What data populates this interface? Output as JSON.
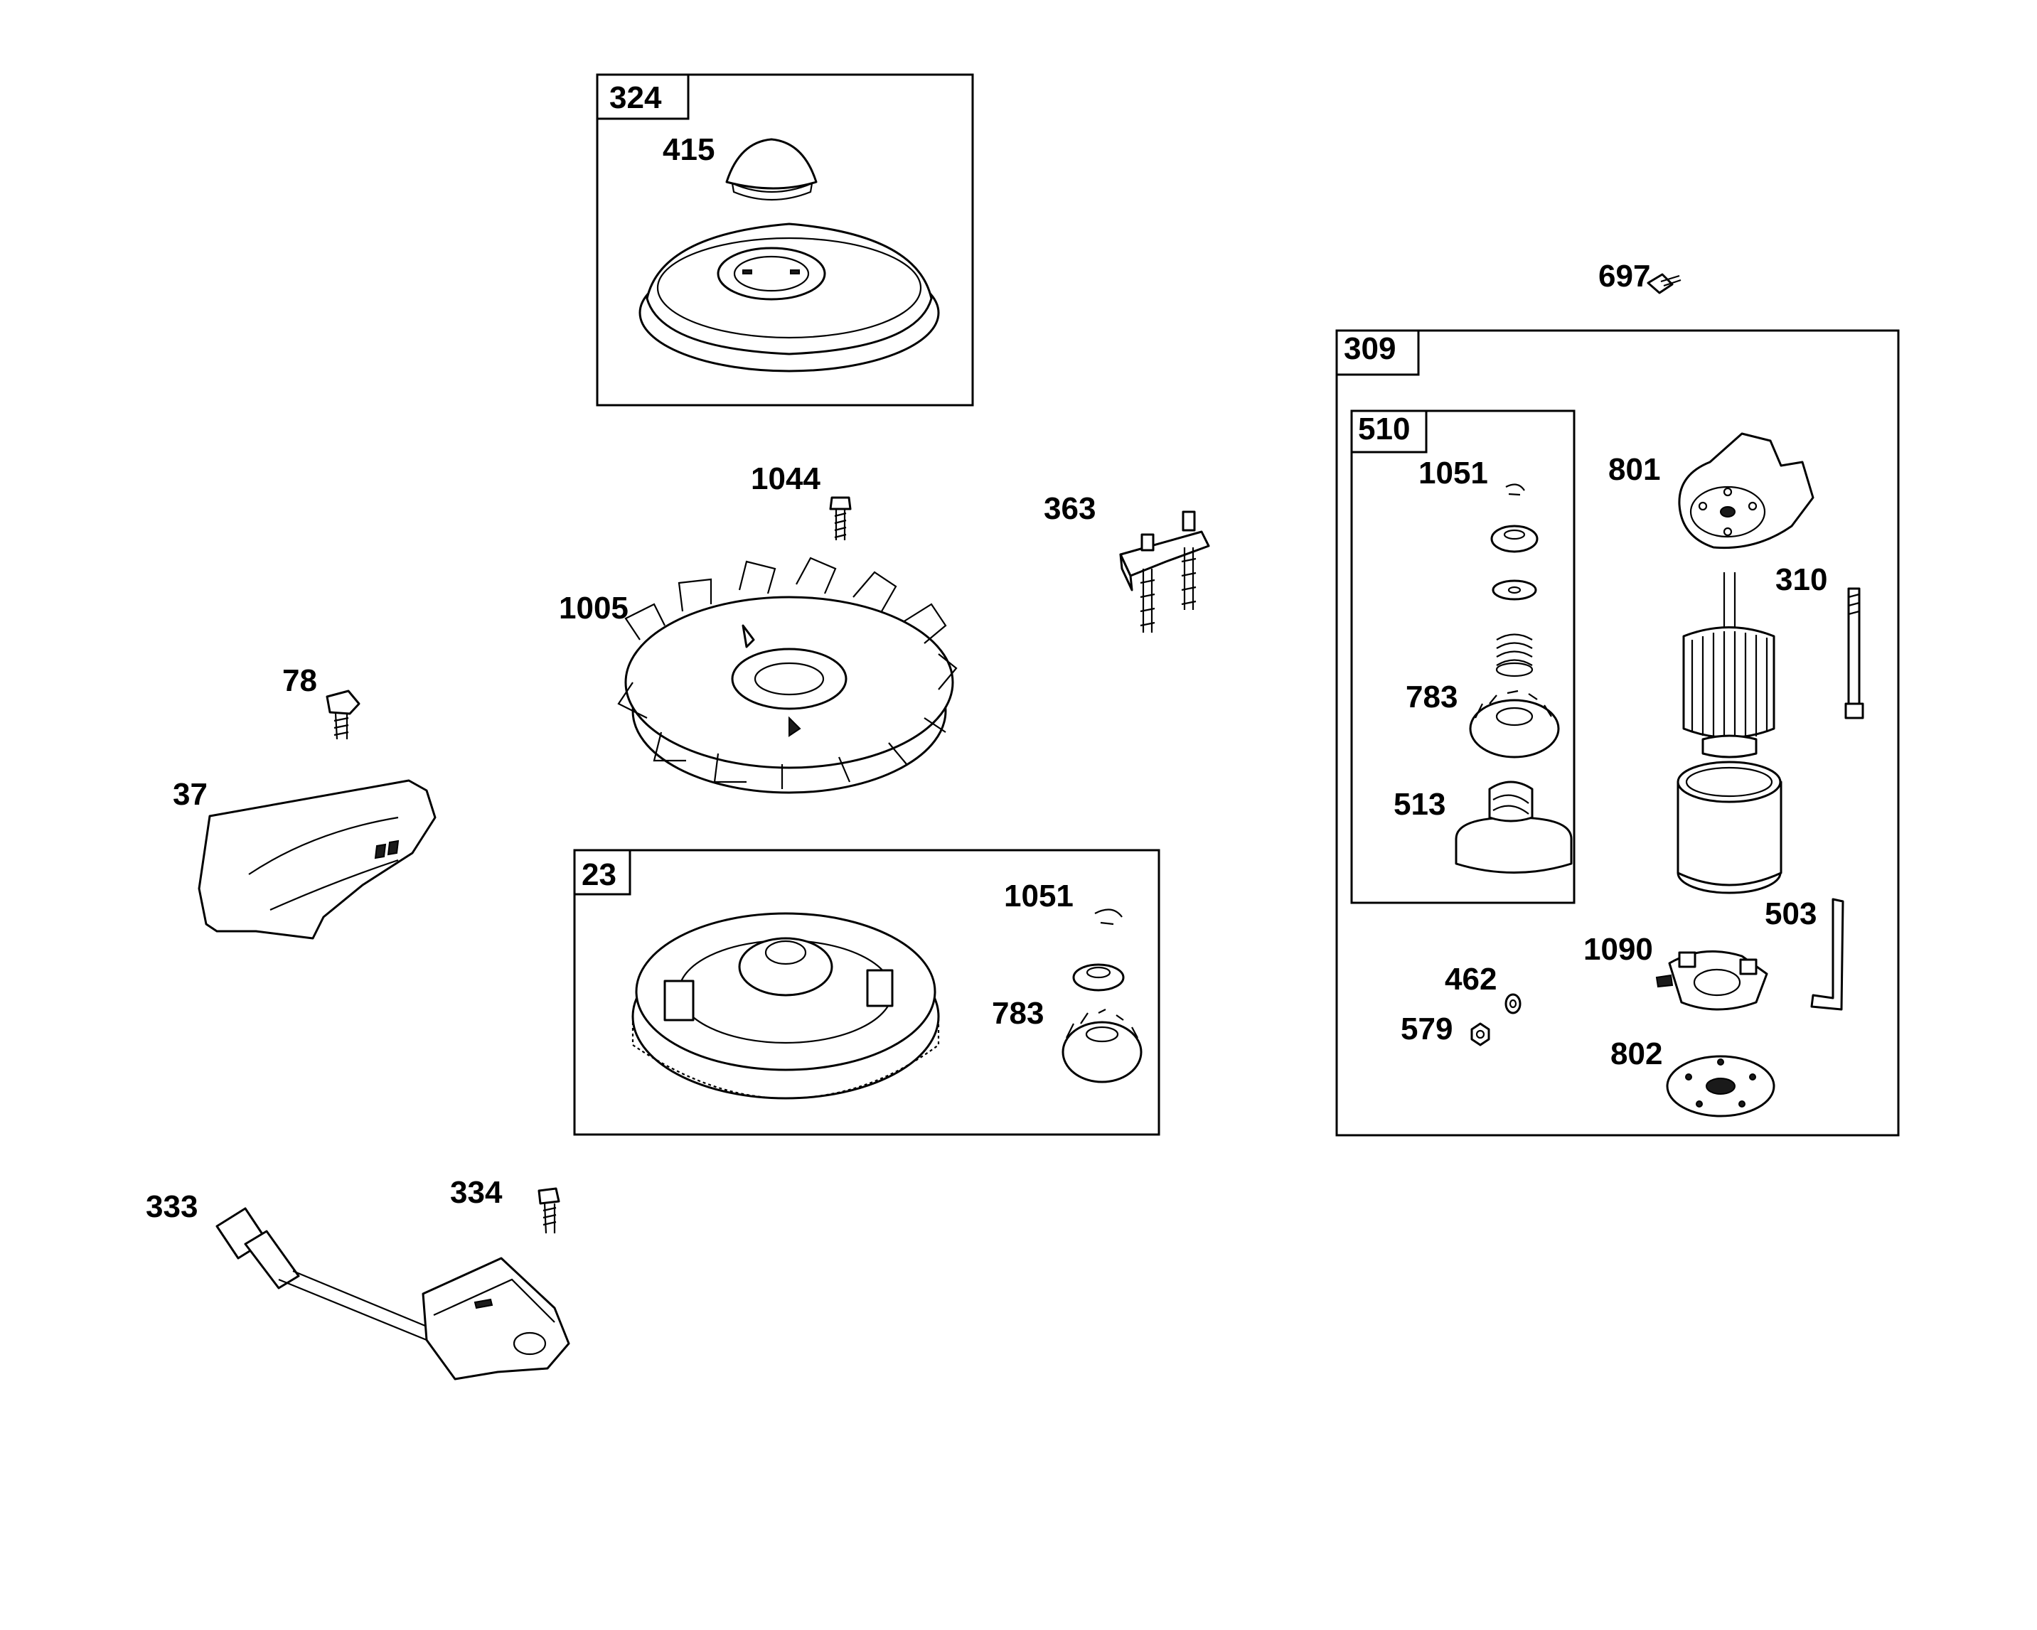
{
  "callouts": {
    "c324": "324",
    "c415": "415",
    "c697": "697",
    "c309": "309",
    "c510": "510",
    "c1051a": "1051",
    "c801": "801",
    "c1044": "1044",
    "c363": "363",
    "c310": "310",
    "c1005": "1005",
    "c783a": "783",
    "c78": "78",
    "c37": "37",
    "c513": "513",
    "c23": "23",
    "c1051b": "1051",
    "c503": "503",
    "c1090": "1090",
    "c462": "462",
    "c783b": "783",
    "c579": "579",
    "c802": "802",
    "c333": "333",
    "c334": "334"
  },
  "parts": {
    "flywheel_cover": "flywheel-cover-icon",
    "cap": "cap-icon",
    "screw": "screw-icon",
    "fan": "cooling-fan-icon",
    "bracket": "stud-bracket-icon",
    "flywheel": "flywheel-icon",
    "shield": "air-guide-shield-icon",
    "ignition_coil": "ignition-coil-icon",
    "starter_drive": "starter-drive-icon",
    "armature": "armature-icon",
    "housing": "starter-housing-icon",
    "brush_holder": "brush-holder-icon"
  }
}
